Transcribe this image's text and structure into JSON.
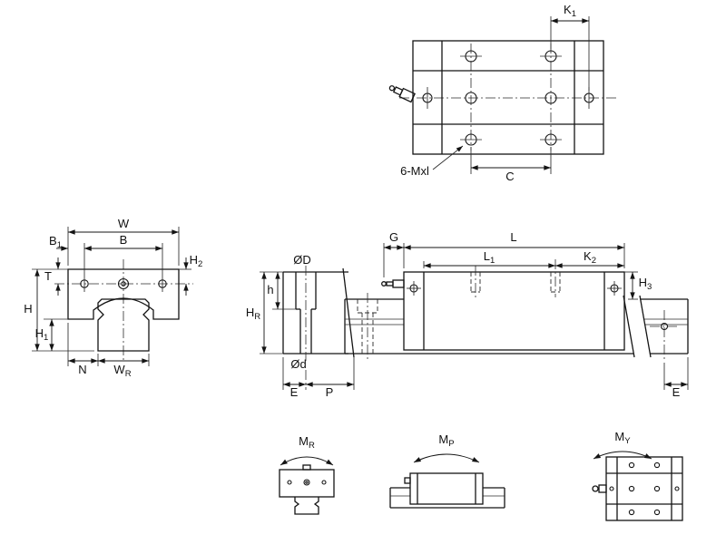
{
  "colors": {
    "line": "#141414",
    "background": "#ffffff"
  },
  "labels": {
    "k1": {
      "base": "K",
      "sub": "1"
    },
    "c": {
      "base": "C",
      "sub": ""
    },
    "mxl": {
      "base": "6-Mxl",
      "sub": ""
    },
    "w": {
      "base": "W",
      "sub": ""
    },
    "b1": {
      "base": "B",
      "sub": "1"
    },
    "b": {
      "base": "B",
      "sub": ""
    },
    "t": {
      "base": "T",
      "sub": ""
    },
    "h2": {
      "base": "H",
      "sub": "2"
    },
    "h": {
      "base": "H",
      "sub": ""
    },
    "h1": {
      "base": "H",
      "sub": "1"
    },
    "n": {
      "base": "N",
      "sub": ""
    },
    "wr": {
      "base": "W",
      "sub": "R"
    },
    "g": {
      "base": "G",
      "sub": ""
    },
    "l": {
      "base": "L",
      "sub": ""
    },
    "l1": {
      "base": "L",
      "sub": "1"
    },
    "k2": {
      "base": "K",
      "sub": "2"
    },
    "h3": {
      "base": "H",
      "sub": "3"
    },
    "dD": {
      "base": "ØD",
      "sub": ""
    },
    "hsmall": {
      "base": "h",
      "sub": ""
    },
    "hr": {
      "base": "H",
      "sub": "R"
    },
    "dd": {
      "base": "Ød",
      "sub": ""
    },
    "e1": {
      "base": "E",
      "sub": ""
    },
    "p": {
      "base": "P",
      "sub": ""
    },
    "e2": {
      "base": "E",
      "sub": ""
    },
    "mr": {
      "base": "M",
      "sub": "R"
    },
    "mp": {
      "base": "M",
      "sub": "P"
    },
    "my": {
      "base": "M",
      "sub": "Y"
    }
  }
}
